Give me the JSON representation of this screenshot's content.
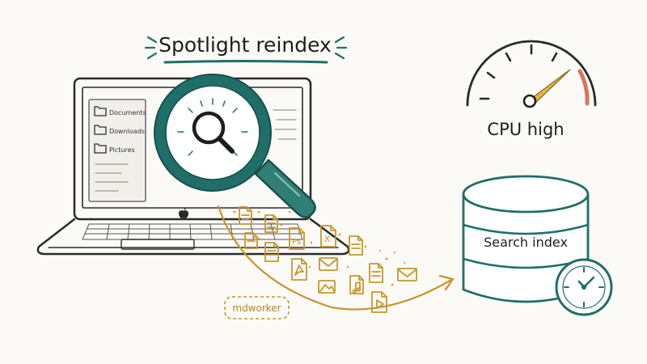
{
  "title": "Spotlight reindex",
  "laptop": {
    "folders": [
      "Documents",
      "Downloads",
      "Pictures"
    ]
  },
  "cpu": {
    "label": "CPU high",
    "needle_level": 0.82
  },
  "database": {
    "label": "Search index"
  },
  "process": {
    "label": "mdworker"
  },
  "file_glyphs": [
    "Ps",
    "X"
  ],
  "colors": {
    "teal": "#1f6f68",
    "gold": "#c9962c",
    "red": "#d9745a",
    "ink": "#2a2a2a",
    "background": "#fbfaf7"
  },
  "icons": [
    "magnifier-icon",
    "apple-logo-icon",
    "folder-icon",
    "speedometer-icon",
    "database-icon",
    "clock-icon",
    "document-icon",
    "mail-icon",
    "music-icon",
    "image-icon",
    "video-icon",
    "arrow-icon"
  ]
}
